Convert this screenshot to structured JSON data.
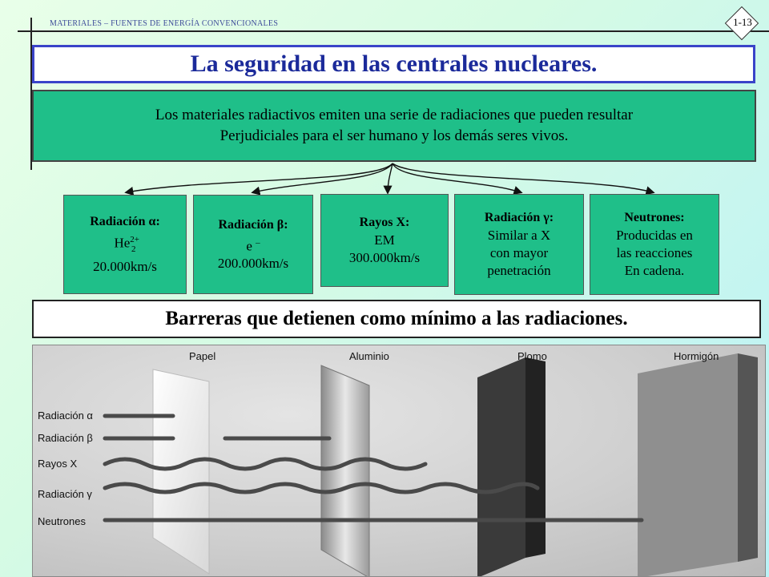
{
  "header": {
    "section": "MATERIALES – FUENTES DE ENERGÍA CONVENCIONALES",
    "page": "1-13"
  },
  "title": "La seguridad en las centrales nucleares.",
  "intro": {
    "line1": "Los materiales radiactivos emiten una serie de radiaciones que pueden resultar",
    "line2": "Perjudiciales para el ser humano y los demás seres vivos."
  },
  "radiations": {
    "alpha": {
      "heading": "Radiación α:",
      "line1_base": "He",
      "line1_sup": "2+",
      "line1_sub": "2",
      "line2": "20.000km/s"
    },
    "beta": {
      "heading": "Radiación β:",
      "line1_base": "e",
      "line1_sup": "–",
      "line2": "200.000km/s"
    },
    "xray": {
      "heading": "Rayos X:",
      "line1": "EM",
      "line2": "300.000km/s"
    },
    "gamma": {
      "heading": "Radiación γ:",
      "line1": "Similar a X",
      "line2": "con mayor",
      "line3": "penetración"
    },
    "neutron": {
      "heading": "Neutrones:",
      "line1": "Producidas en",
      "line2": "las reacciones",
      "line3": "En cadena."
    }
  },
  "barriers_title": "Barreras que detienen como mínimo a las radiaciones.",
  "figure": {
    "materials": [
      "Papel",
      "Aluminio",
      "Plomo",
      "Hormigón"
    ],
    "rows": [
      "Radiación α",
      "Radiación β",
      "Rayos X",
      "Radiación γ",
      "Neutrones"
    ]
  }
}
